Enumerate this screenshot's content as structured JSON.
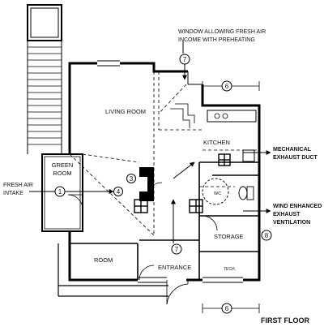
{
  "rooms": {
    "living_room": "LIVING ROOM",
    "green_room_line1": "GREEN",
    "green_room_line2": "ROOM",
    "kitchen": "KITCHEN",
    "wc": "WC",
    "storage": "STORAGE",
    "tech": "TECH.",
    "room": "ROOM",
    "entrance": "ENTRANCE"
  },
  "annotations": {
    "window_line1": "WINDOW ALLOWING FRESH AIR",
    "window_line2": "INCOME WITH PREHEATING",
    "fresh_air_line1": "FRESH AIR",
    "fresh_air_line2": "INTAKE",
    "mech_line1": "MECHANICAL",
    "mech_line2": "EXHAUST DUCT",
    "wind_line1": "WIND ENHANCED",
    "wind_line2": "EXHAUST",
    "wind_line3": "VENTILATION",
    "floor_title": "FIRST FLOOR"
  },
  "markers": {
    "m1": "1",
    "m3": "3",
    "m4": "4",
    "m6_top": "6",
    "m6_bottom": "6",
    "m7_top": "7",
    "m7_entrance": "7",
    "m8": "8"
  }
}
